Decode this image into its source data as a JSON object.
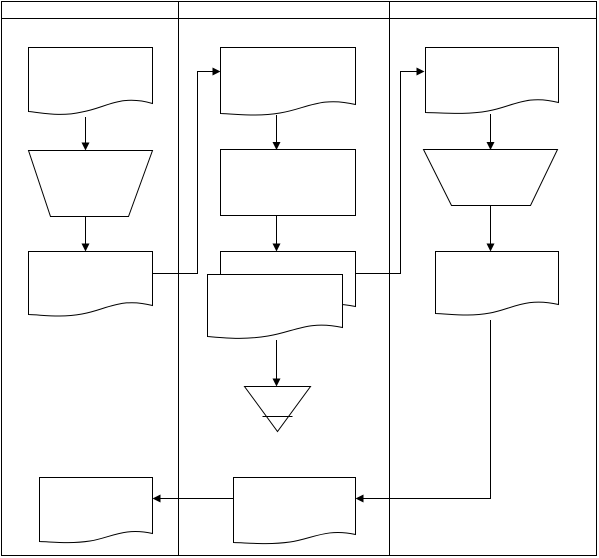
{
  "diagram": {
    "type": "swimlane-flowchart",
    "lanes": [
      {
        "id": "lane-1",
        "label": ""
      },
      {
        "id": "lane-2",
        "label": ""
      },
      {
        "id": "lane-3",
        "label": ""
      }
    ],
    "shapes": [
      {
        "id": "doc-1",
        "kind": "document",
        "label": ""
      },
      {
        "id": "manual-op-1",
        "kind": "manual-operation",
        "label": ""
      },
      {
        "id": "doc-2",
        "kind": "document",
        "label": ""
      },
      {
        "id": "doc-3",
        "kind": "document",
        "label": ""
      },
      {
        "id": "process-1",
        "kind": "process",
        "label": ""
      },
      {
        "id": "multi-doc-1",
        "kind": "multi-document",
        "label": ""
      },
      {
        "id": "file-1",
        "kind": "offline-storage",
        "label": ""
      },
      {
        "id": "doc-4",
        "kind": "document",
        "label": ""
      },
      {
        "id": "manual-op-2",
        "kind": "manual-operation",
        "label": ""
      },
      {
        "id": "doc-5",
        "kind": "document",
        "label": ""
      },
      {
        "id": "doc-6",
        "kind": "document",
        "label": ""
      },
      {
        "id": "doc-7",
        "kind": "document",
        "label": ""
      }
    ],
    "connectors": [
      {
        "from": "doc-1",
        "to": "manual-op-1"
      },
      {
        "from": "manual-op-1",
        "to": "doc-2"
      },
      {
        "from": "doc-2",
        "to": "doc-3"
      },
      {
        "from": "doc-3",
        "to": "process-1"
      },
      {
        "from": "process-1",
        "to": "multi-doc-1"
      },
      {
        "from": "multi-doc-1",
        "to": "file-1"
      },
      {
        "from": "multi-doc-1",
        "to": "doc-4"
      },
      {
        "from": "doc-4",
        "to": "manual-op-2"
      },
      {
        "from": "manual-op-2",
        "to": "doc-5"
      },
      {
        "from": "doc-5",
        "to": "doc-7"
      },
      {
        "from": "doc-7",
        "to": "doc-6"
      }
    ]
  }
}
